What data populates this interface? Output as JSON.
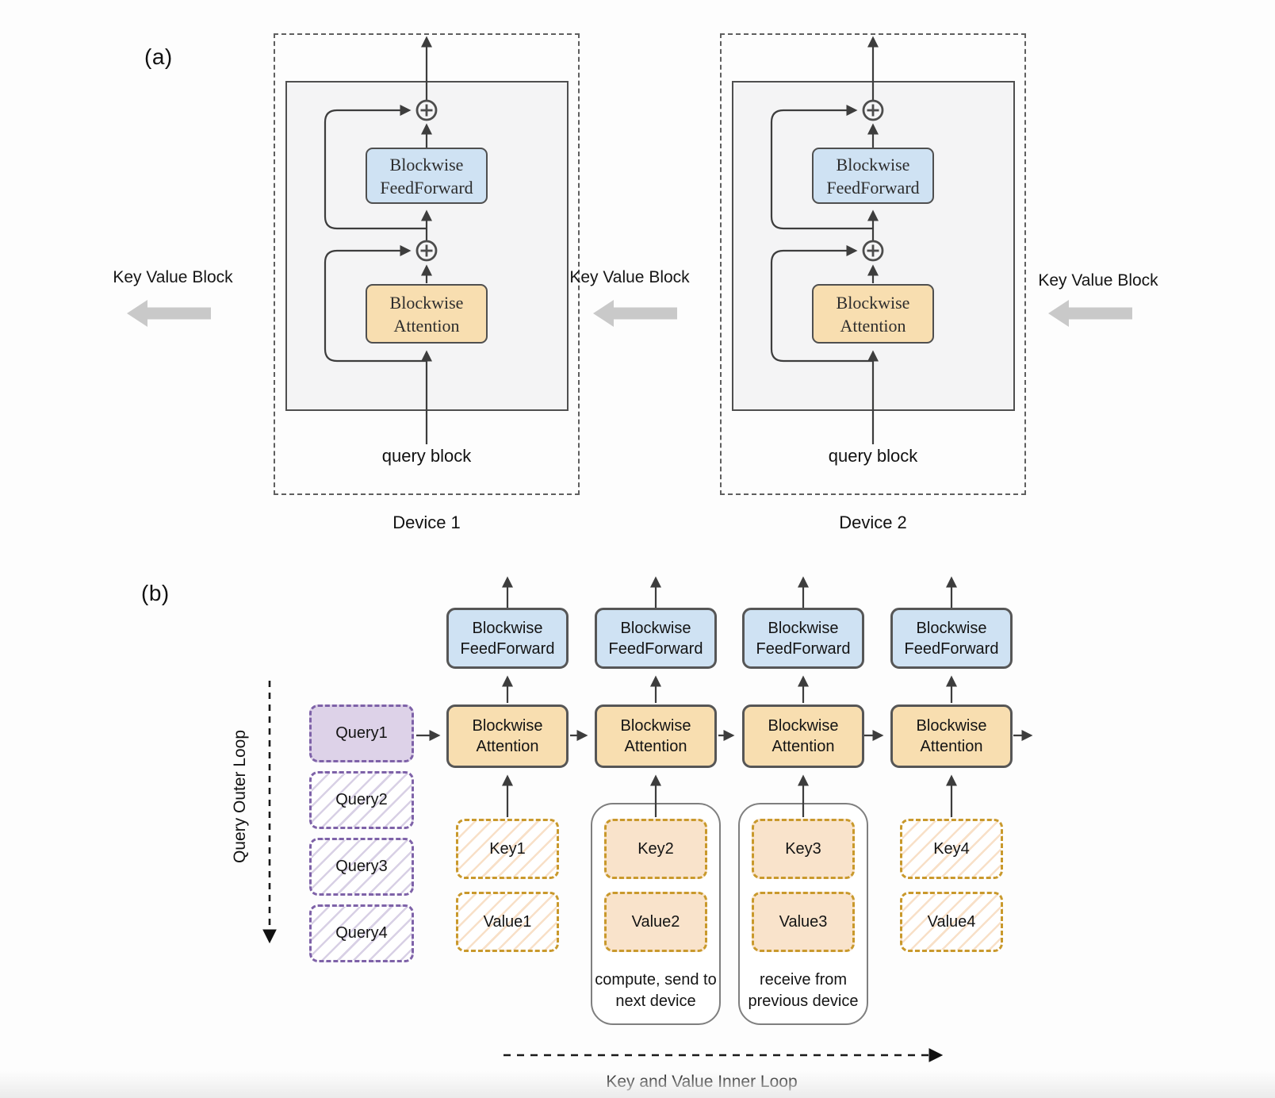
{
  "panel_a": {
    "label": "(a)",
    "kv_block_labels": [
      "Key Value Block",
      "Key Value Block",
      "Key Value Block"
    ],
    "devices": [
      {
        "name": "Device 1",
        "feedforward_label": "Blockwise FeedForward",
        "attention_label": "Blockwise Attention",
        "input_label": "query block"
      },
      {
        "name": "Device 2",
        "feedforward_label": "Blockwise FeedForward",
        "attention_label": "Blockwise Attention",
        "input_label": "query block"
      }
    ]
  },
  "panel_b": {
    "label": "(b)",
    "query_outer_loop_label": "Query Outer Loop",
    "inner_loop_label": "Key and Value Inner Loop",
    "queries": [
      {
        "label": "Query1"
      },
      {
        "label": "Query2"
      },
      {
        "label": "Query3"
      },
      {
        "label": "Query4"
      }
    ],
    "columns": [
      {
        "feedforward_label": "Blockwise FeedForward",
        "attention_label": "Blockwise Attention",
        "key_label": "Key1",
        "value_label": "Value1"
      },
      {
        "feedforward_label": "Blockwise FeedForward",
        "attention_label": "Blockwise Attention",
        "key_label": "Key2",
        "value_label": "Value2"
      },
      {
        "feedforward_label": "Blockwise FeedForward",
        "attention_label": "Blockwise Attention",
        "key_label": "Key3",
        "value_label": "Value3"
      },
      {
        "feedforward_label": "Blockwise FeedForward",
        "attention_label": "Blockwise Attention",
        "key_label": "Key4",
        "value_label": "Value4"
      }
    ],
    "annotations": [
      {
        "line1": "compute, send to",
        "line2": "next device"
      },
      {
        "line1": "receive from",
        "line2": "previous device"
      }
    ]
  },
  "colors": {
    "feedforward_fill": "#cfe2f3",
    "attention_fill": "#f8deb0",
    "query_fill": "#ddd2e8",
    "query_border": "#7e62a8",
    "key_value_border": "#c9992c",
    "key_value_fill": "#f9e3cb",
    "box_border": "#4f4f4f",
    "gray_arrow": "#c9c9c9",
    "line": "#3d3d3d"
  }
}
